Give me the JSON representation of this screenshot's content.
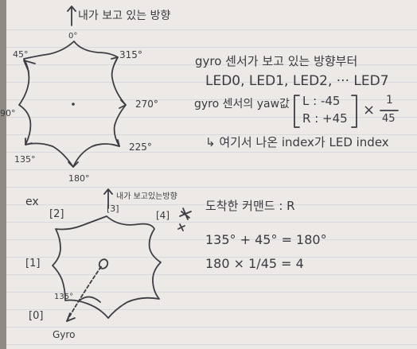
{
  "top_label": "내가 보고 있는 방향",
  "diagram1": {
    "angles": {
      "top": "0°",
      "tl": "45°",
      "tr": "315°",
      "left": "90°",
      "right": "270°",
      "bl": "135°",
      "br": "225°",
      "bottom": "180°"
    }
  },
  "notes": {
    "line1": "gyro 센서가 보고 있는 방향부터",
    "line2": "LED0, LED1, LED2, ··· LED7",
    "line3": "gyro 센서의 yaw값",
    "bracket_L": "L : -45",
    "bracket_R": "R : +45",
    "times": "×",
    "frac_num": "1",
    "frac_den": "45",
    "line4": "↳ 여기서 나온 index가 LED index"
  },
  "example": {
    "ex_label": "ex",
    "top_label": "내가 보고있는방향",
    "idx2": "[2]",
    "idx3": "[3]",
    "idx4": "[4]",
    "idx1": "[1]",
    "idx0": "[0]",
    "angle": "135°",
    "gyro_label": "Gyro",
    "command": "도착한 커맨드 : R",
    "calc1": "135° + 45° = 180°",
    "calc2": "180 × 1/45 = 4"
  },
  "colors": {
    "paper": "#ece9e6",
    "ink": "#3a3a40",
    "rule": "#d9d8de",
    "background": "#8f8a84"
  }
}
